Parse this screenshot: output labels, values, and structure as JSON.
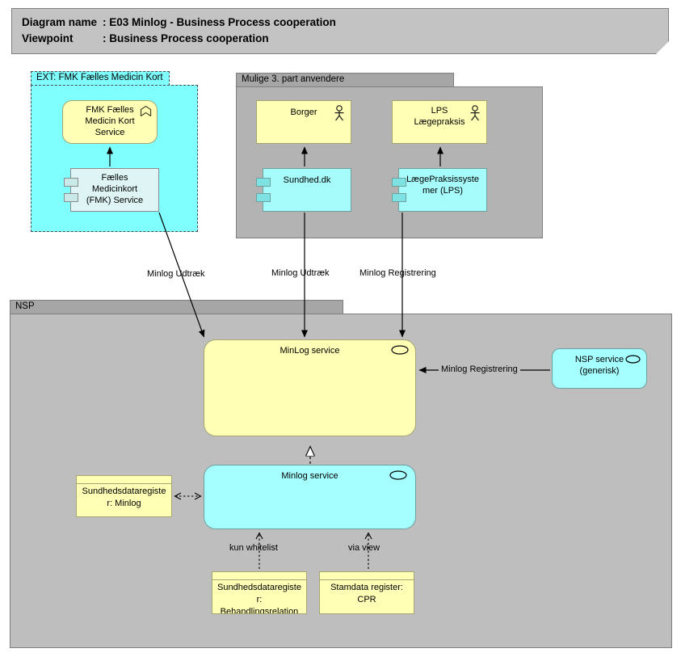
{
  "title_block": {
    "rows": [
      {
        "label": "Diagram name",
        "value": ": E03 Minlog - Business Process cooperation"
      },
      {
        "label": "Viewpoint",
        "value": ": Business Process cooperation"
      }
    ]
  },
  "groups": {
    "ext_fmk": {
      "label": "EXT: FMK Fælles Medicin Kort"
    },
    "mulige": {
      "label": "Mulige 3. part anvendere"
    },
    "nsp": {
      "label": "NSP"
    }
  },
  "nodes": {
    "fmk_service": {
      "line1": "FMK Fælles",
      "line2": "Medicin Kort",
      "line3": "Service",
      "icon": "function-icon"
    },
    "fmk_component": {
      "line1": "Fælles",
      "line2": "Medicinkort",
      "line3": "(FMK) Service",
      "icon": "component-icon"
    },
    "borger": {
      "label": "Borger",
      "icon": "actor-icon"
    },
    "sundhed_dk": {
      "label": "Sundhed.dk",
      "icon": "component-icon"
    },
    "lps_actor": {
      "line1": "LPS",
      "line2": "Lægepraksis",
      "icon": "actor-icon"
    },
    "lps_component": {
      "line1": "LægePraksissyste",
      "line2": "mer (LPS)",
      "icon": "component-icon"
    },
    "minlog_service_business": {
      "label": "MinLog service",
      "icon": "service-oval-icon"
    },
    "nsp_service_generisk": {
      "line1": "NSP service",
      "line2": "(generisk)",
      "icon": "service-oval-icon"
    },
    "minlog_service_app": {
      "label": "Minlog service",
      "icon": "service-oval-icon"
    },
    "sdr_minlog": {
      "line1": "Sundhedsdataregiste",
      "line2": "r: Minlog"
    },
    "sdr_behandlingsrelation": {
      "line1": "Sundhedsdataregiste",
      "line2": "r:",
      "line3": "Behandlingsrelation"
    },
    "stamdata_cpr": {
      "line1": "Stamdata register:",
      "line2": "CPR"
    }
  },
  "edge_labels": {
    "fmk_udtraek": "Minlog Udtræk",
    "sundhed_udtraek": "Minlog Udtræk",
    "lps_registrering": "Minlog Registrering",
    "nsp_registrering": "Minlog Registrering",
    "kun_whitelist": "kun whitelist",
    "via_view": "via view"
  },
  "colors": {
    "group_cyan": "#80FFFF",
    "element_yellow": "#FFFFB5",
    "element_cyan": "#A6FBFB",
    "component_pale_cyan": "#DFF5F5",
    "group_tab_gray": "#A6A6A6",
    "mulige_body_gray": "#B3B3B3",
    "nsp_body_gray": "#BEBEBE",
    "title_bg_gray": "#C3C3C3"
  }
}
